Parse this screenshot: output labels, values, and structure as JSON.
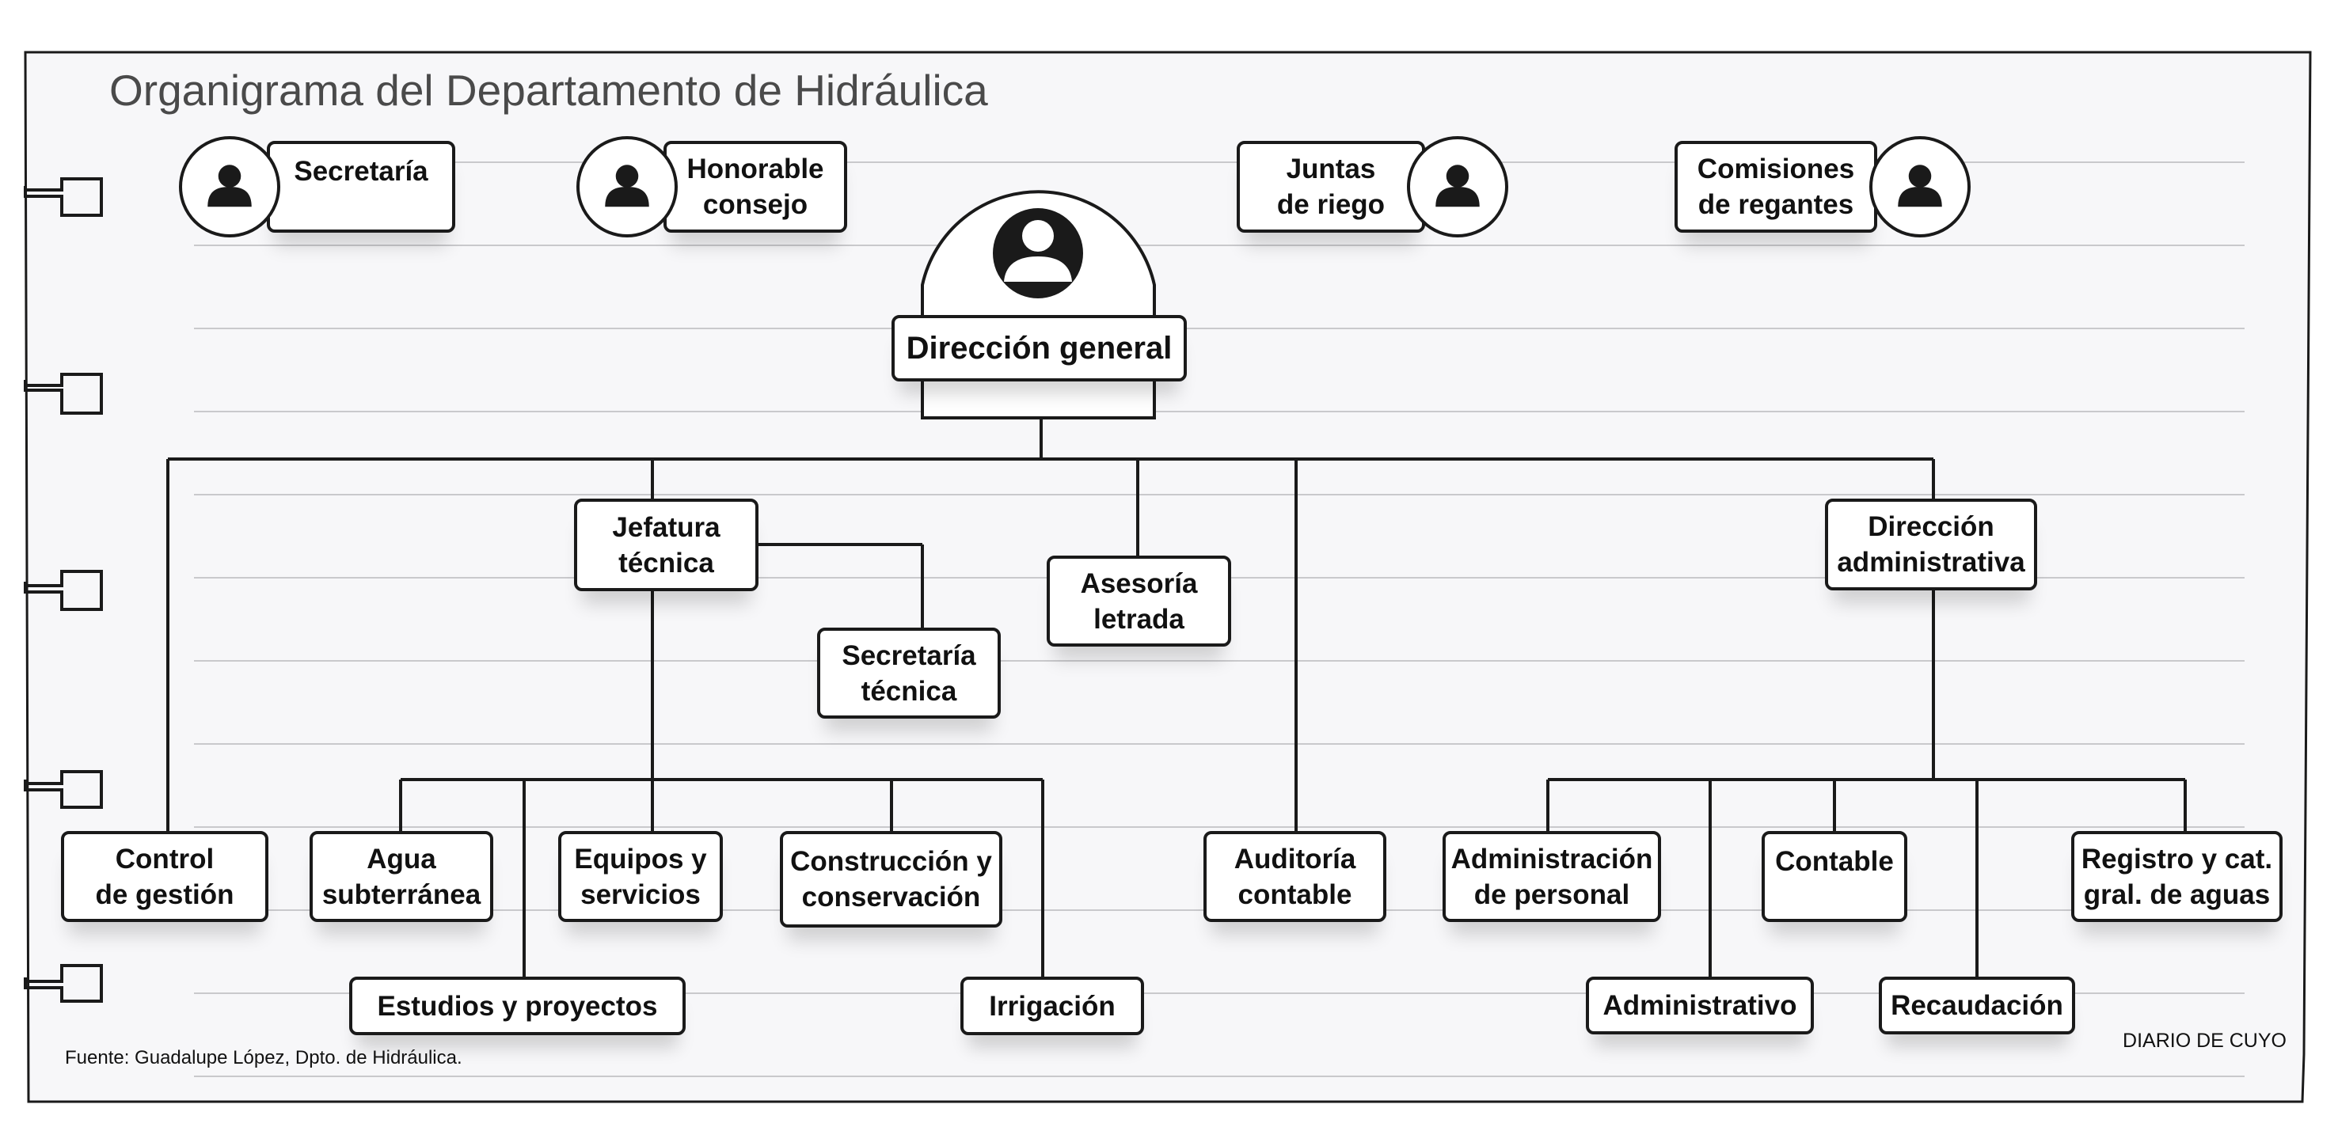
{
  "title": "Organigrama del Departamento de Hidráulica",
  "source": "Fuente: Guadalupe López, Dpto. de Hidráulica.",
  "credit": "DIARIO DE CUYO",
  "icons": {
    "person": "person-icon",
    "binder_tabs": "binder-tab"
  },
  "colors": {
    "line": "#1a1a1a",
    "paper": "#f7f7f9",
    "rule": "#c9c9cc",
    "title": "#4a4a4a"
  },
  "nodes": {
    "secretaria": "Secretaría",
    "honorable_consejo": "Honorable\nconsejo",
    "juntas_riego": "Juntas\nde riego",
    "comisiones_regantes": "Comisiones\nde regantes",
    "direccion_general": "Dirección general",
    "jefatura_tecnica": "Jefatura\ntécnica",
    "secretaria_tecnica": "Secretaría\ntécnica",
    "asesoria_letrada": "Asesoría\nletrada",
    "direccion_administrativa": "Dirección\nadministrativa",
    "control_gestion": "Control\nde gestión",
    "agua_subterranea": "Agua\nsubterránea",
    "equipos_servicios": "Equipos y\nservicios",
    "construccion_conservacion": "Construcción y\nconservación",
    "auditoria_contable": "Auditoría\ncontable",
    "administracion_personal": "Administración\nde personal",
    "contable": "Contable",
    "registro_catastro": "Registro y cat.\ngral. de aguas",
    "estudios_proyectos": "Estudios y proyectos",
    "irrigacion": "Irrigación",
    "administrativo": "Administrativo",
    "recaudacion": "Recaudación"
  }
}
